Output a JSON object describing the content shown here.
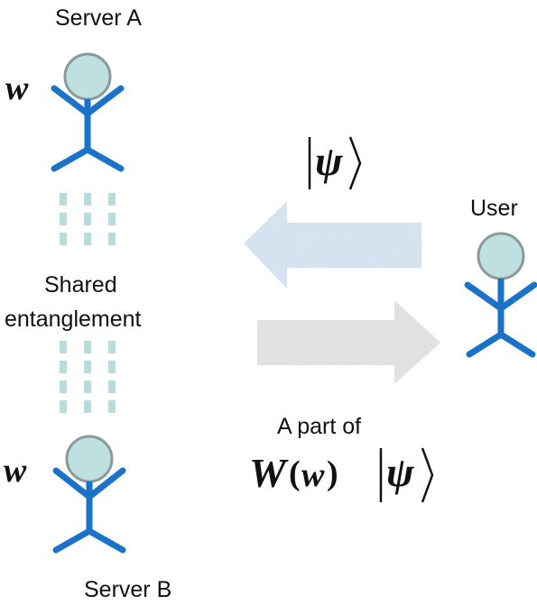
{
  "server_a": {
    "label": "Server A",
    "variable": "w"
  },
  "server_b": {
    "label": "Server B",
    "variable": "w"
  },
  "user": {
    "label": "User"
  },
  "entanglement": {
    "line1": "Shared",
    "line2": "entanglement"
  },
  "state": {
    "ket_symbol": "ψ"
  },
  "reply": {
    "caption": "A part of",
    "operator": "W",
    "argument": "w",
    "ket_symbol": "ψ"
  },
  "colors": {
    "person": "#1a73c8",
    "head_fill": "#bfe0e0",
    "head_stroke": "#8a9a9a",
    "dash": "#b6dcdc",
    "arrow_left": "#d7e8f6",
    "arrow_right": "#e6e6e6"
  }
}
